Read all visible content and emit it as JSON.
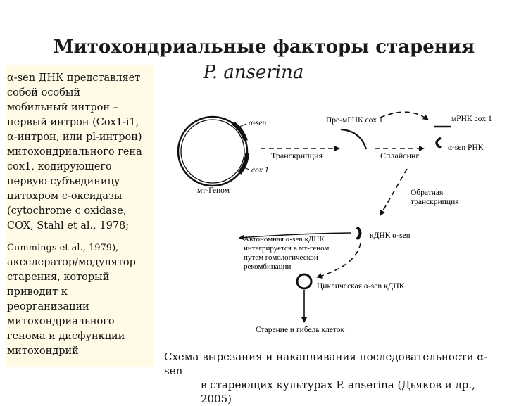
{
  "title": {
    "line1": "Митохондриальные факторы старения",
    "line2": "P. anserina"
  },
  "sidebar": {
    "lines": [
      "α-sen ДНК представляет",
      "собой особый",
      "мобильный интрон –",
      "первый интрон (Cox1-i1,",
      "α-интрон, или pl-интрон)",
      "митохондриального гена",
      "cox1, кодирующего",
      "первую субъединицу",
      "цитохром с-оксидазы",
      "(cytochrome c oxidase,",
      "COX, Stahl et al., 1978;",
      "Cummings et al., 1979),",
      "акселератор/модулятор",
      "старения, который",
      "приводит к",
      "реорганизации",
      "митохондриального",
      "генома и дисфункции",
      "митохондрий"
    ]
  },
  "diagram": {
    "genome_label": "мт-Геном",
    "alpha_sen_label": "α-sen",
    "cox1_label": "cox 1",
    "pre_mrna_label": "Пре-мРНК cox 1",
    "mrna_label": "мРНК cox 1",
    "alpha_sen_rna_label": "α-sen РНК",
    "transcription_label": "Транскрипция",
    "splicing_label": "Сплайсинг",
    "rt_label_1": "Обратная",
    "rt_label_2": "транскрипция",
    "cdna_label": "кДНК α-sen",
    "autonomous_1": "Автономная α-sen кДНК",
    "autonomous_2": "интегрируется в мт-геном",
    "autonomous_3": "путем гомологической",
    "autonomous_4": "рекомбинации",
    "cyclic_label": "Циклическая α-sen кДНК",
    "death_label": "Старение и гибель клеток"
  },
  "caption": {
    "line1": "Схема вырезания и накапливания последовательности α-sen",
    "line2": "в стареющих культурах P. anserina (Дьяков и др., 2005)"
  },
  "colors": {
    "sidebar_bg": "#fffbe6",
    "ink": "#111111"
  }
}
